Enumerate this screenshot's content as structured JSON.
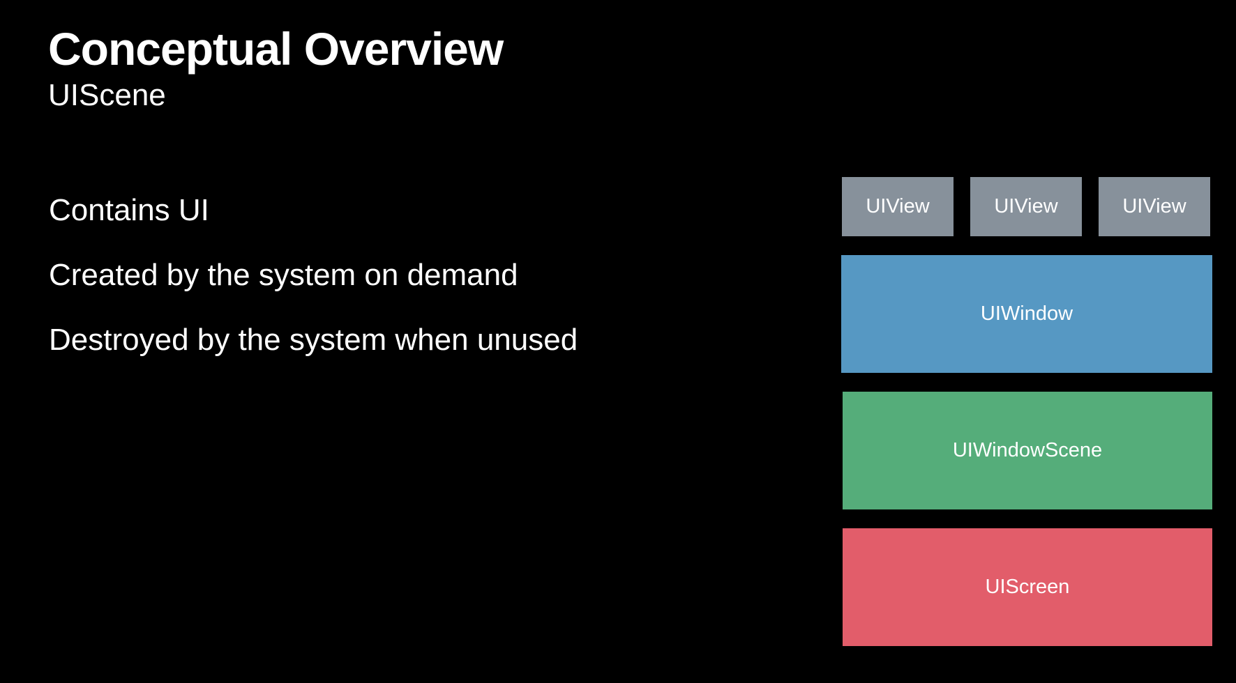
{
  "header": {
    "title": "Conceptual Overview",
    "subtitle": "UIScene"
  },
  "bullets": [
    "Contains UI",
    "Created by the system on demand",
    "Destroyed by the system when unused"
  ],
  "diagram": {
    "views": [
      {
        "label": "UIView",
        "color": "#87919b"
      },
      {
        "label": "UIView",
        "color": "#87919b"
      },
      {
        "label": "UIView",
        "color": "#87919b"
      }
    ],
    "window": {
      "label": "UIWindow",
      "color": "#5698c3"
    },
    "window_scene": {
      "label": "UIWindowScene",
      "color": "#55ad7a"
    },
    "screen": {
      "label": "UIScreen",
      "color": "#e25d6a"
    }
  }
}
